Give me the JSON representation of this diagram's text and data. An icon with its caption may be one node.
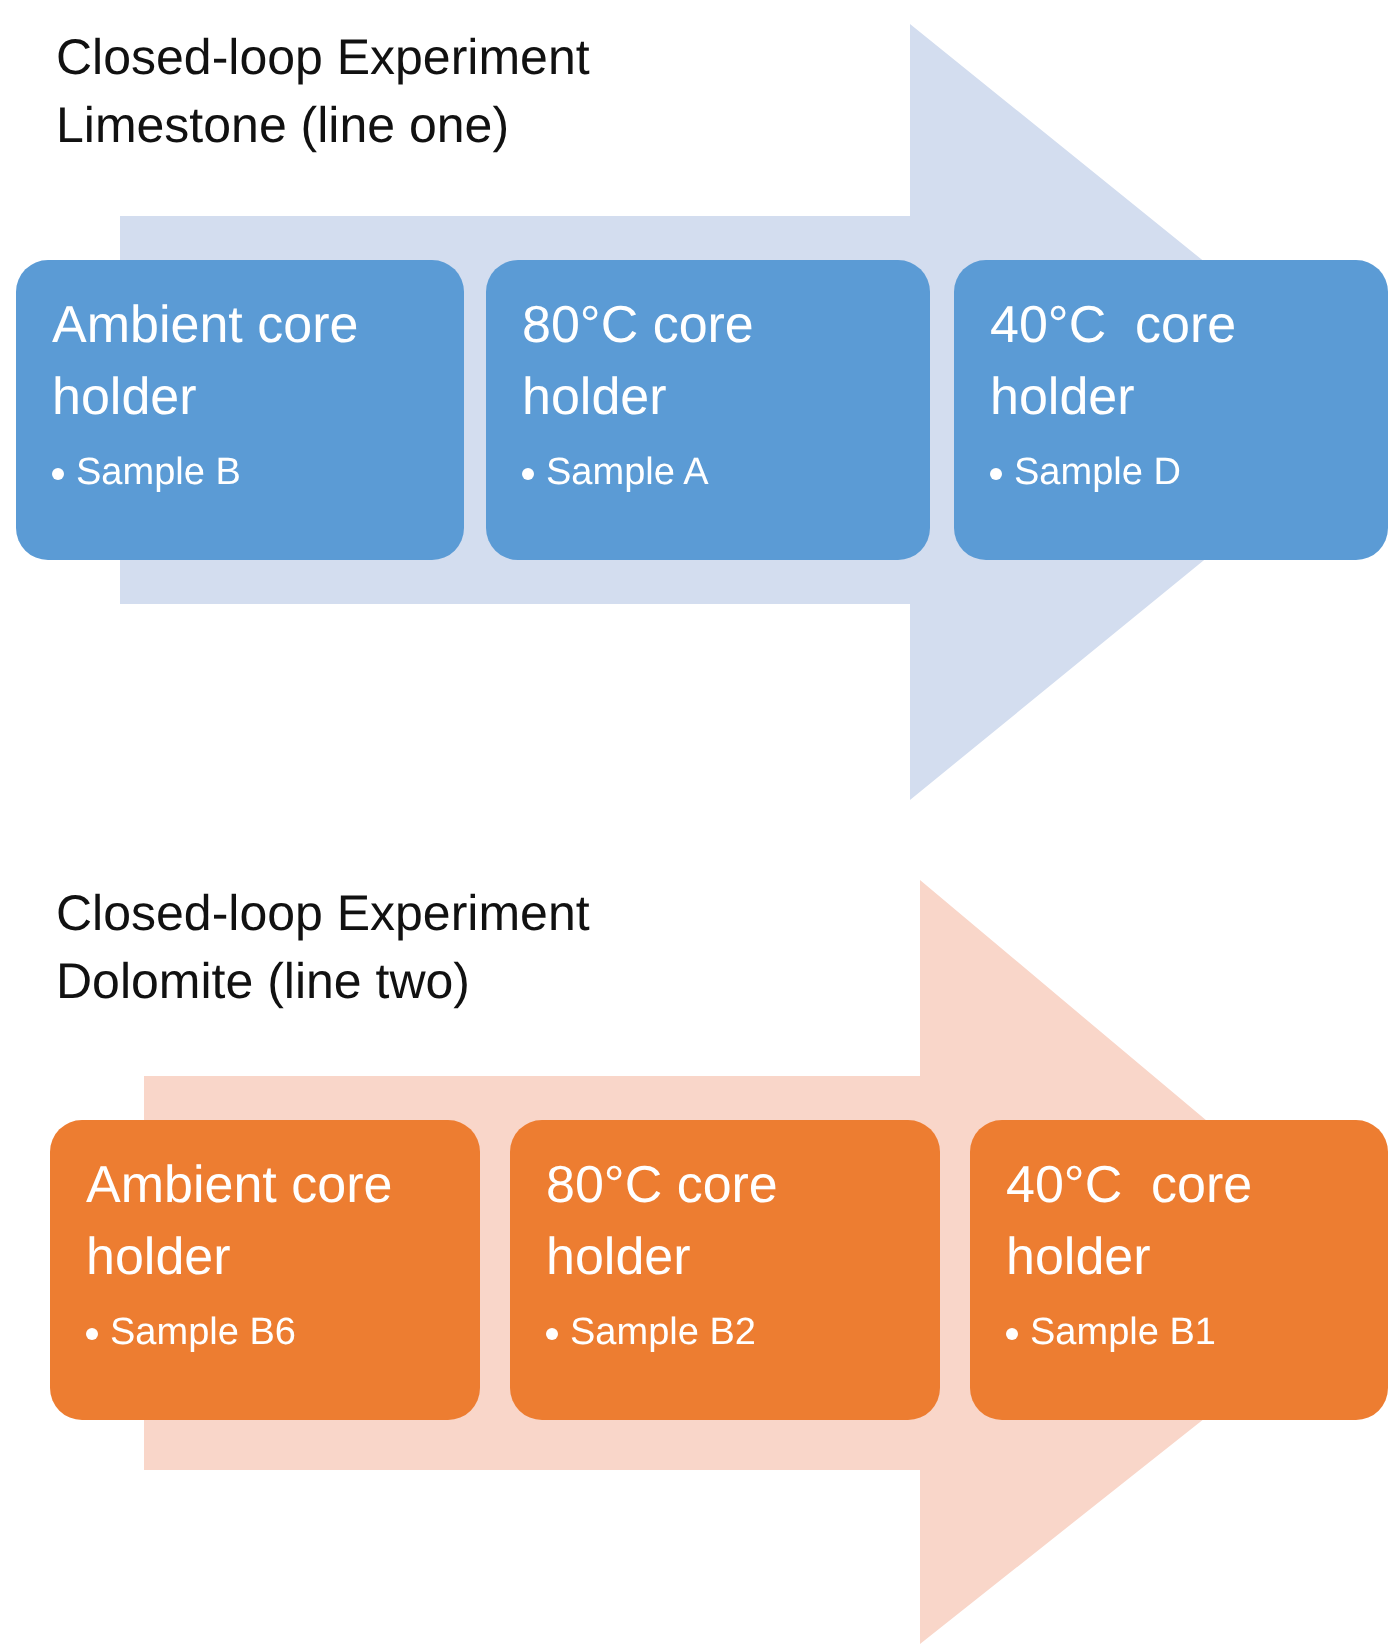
{
  "diagram": {
    "nodes": [
      {
        "text": [
          "Closed-loop Experiment Limestone (line one)"
        ]
      },
      {
        "text": [
          "Ambient core holder",
          "Sample B"
        ]
      },
      {
        "text": [
          "80°C core holder",
          "Sample A"
        ],
        "in": 0
      },
      {
        "text": [
          "40°C  core holder",
          "Sample D"
        ],
        "in": 0
      },
      {
        "text": [
          "Closed-loop Experiment Dolomite (line two)"
        ]
      },
      {
        "text": [
          "Ambient core holder",
          "Sample B6"
        ]
      },
      {
        "text": [
          "80°C core holder",
          "Sample B2"
        ],
        "in": 4
      },
      {
        "text": [
          "40°C  core holder",
          "Sample B1"
        ],
        "in": 4
      }
    ]
  }
}
